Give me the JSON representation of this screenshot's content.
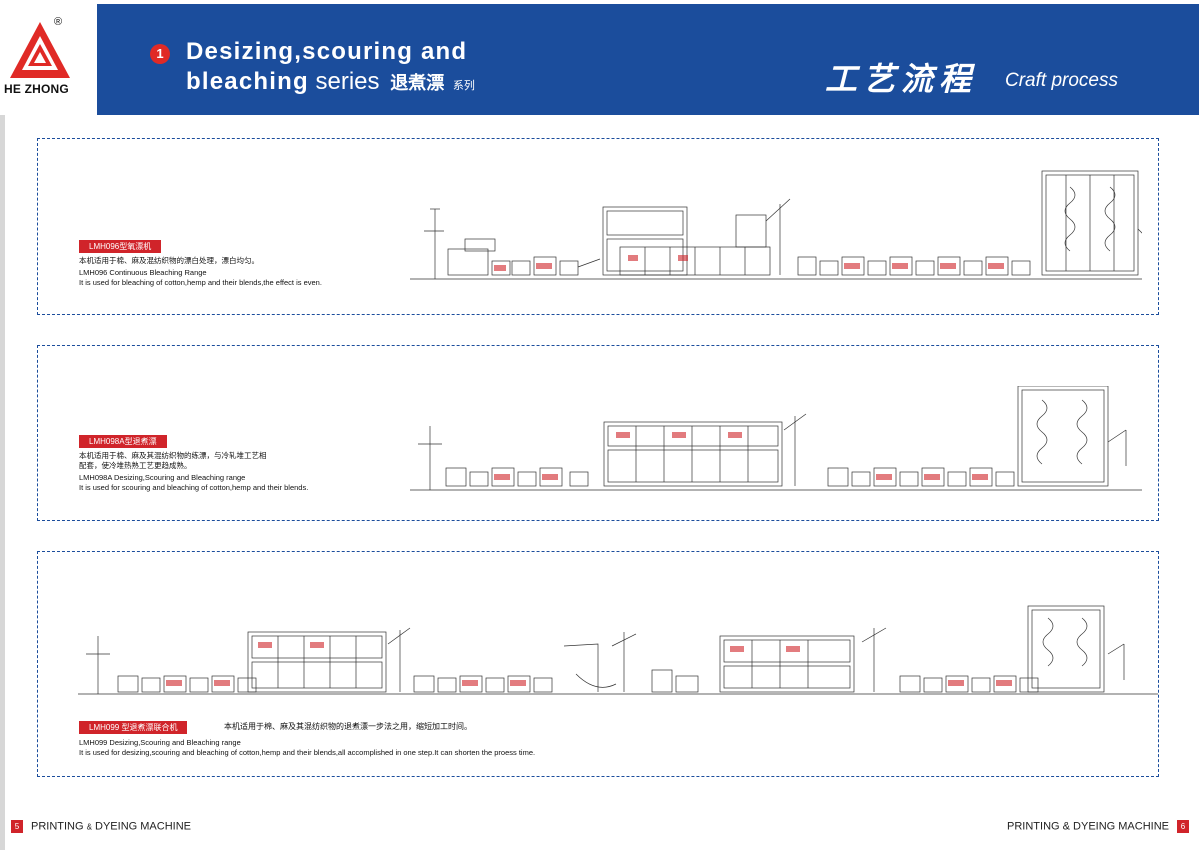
{
  "brand": {
    "name": "HE ZHONG",
    "registered": "®",
    "color": "#e02a26"
  },
  "header": {
    "section_number": "1",
    "title_line1": "Desizing,scouring and",
    "title_line2_bold": "bleaching",
    "title_line2_rest": "series",
    "title_cn": "退煮漂",
    "title_cn_suffix": "系列",
    "craft_cn": "工艺流程",
    "craft_en": "Craft process",
    "band_color": "#1b4d9c"
  },
  "machines": [
    {
      "tag": "LMH096型氧漂机",
      "desc_cn": [
        "本机适用于棉、麻及混纺织物的漂白处理，漂白均匀。"
      ],
      "name_en": "LMH096 Continuous Bleaching Range",
      "desc_en": "It is used for bleaching of cotton,hemp and their blends,the effect is even."
    },
    {
      "tag": "LMH098A型退煮漂",
      "desc_cn": [
        "本机适用于棉、麻及其混纺织物的练漂，与冷轧堆工艺相",
        "配套，使冷堆热熟工艺更趋成熟。"
      ],
      "name_en": "LMH098A Desizing,Scouring and Bleaching range",
      "desc_en": "It is used for scouring and bleaching of cotton,hemp and  their blends."
    },
    {
      "tag": "LMH099 型退煮漂联合机",
      "desc_cn": [
        "本机适用于棉、麻及其混纺织物的退煮漂一步法之用，缩短加工时间。"
      ],
      "name_en": "LMH099  Desizing,Scouring and Bleaching range",
      "desc_en": "It is used for desizing,scouring and bleaching of cotton,hemp and their blends,all accomplished in one step.It can shorten the proess time."
    }
  ],
  "footer": {
    "left_page": "5",
    "left_text_a": "PRINTING",
    "left_amp": "&",
    "left_text_b": "DYEING MACHINE",
    "right_text": "PRINTING & DYEING MACHINE",
    "right_page": "6"
  },
  "colors": {
    "tag": "#d0242a",
    "panel_border": "#1b4d9c",
    "page_badge": "#d0242a"
  }
}
